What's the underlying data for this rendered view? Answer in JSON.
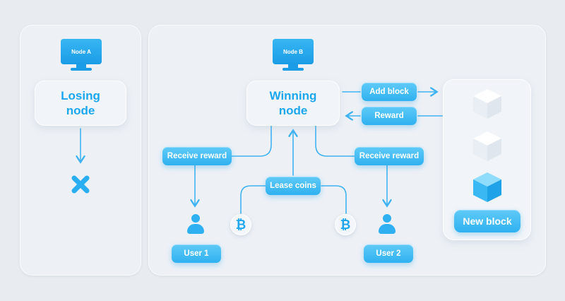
{
  "colors": {
    "accent": "#2fb1f0",
    "line": "#3fb3f1",
    "bg": "#e8ecf1"
  },
  "node_a": {
    "monitor_label": "Node A",
    "title": "Losing node",
    "status_icon": "x-icon"
  },
  "node_b": {
    "monitor_label": "Node B",
    "title": "Winning node"
  },
  "labels": {
    "add_block": "Add block",
    "reward": "Reward",
    "receive_reward_left": "Receive reward",
    "receive_reward_right": "Receive reward",
    "lease_coins": "Lease coins",
    "user1": "User 1",
    "user2": "User 2",
    "new_block": "New block"
  },
  "coins": {
    "symbol": "₿",
    "icon": "bitcoin-icon"
  }
}
